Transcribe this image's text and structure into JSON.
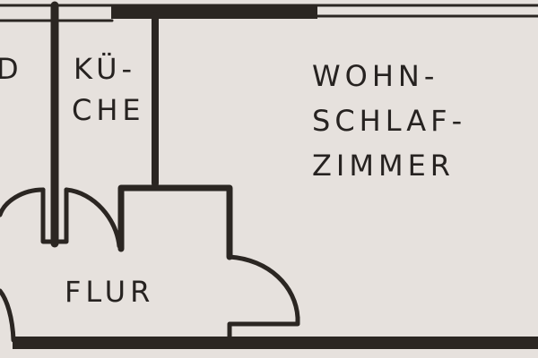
{
  "diagram": {
    "type": "floor-plan-sketch",
    "colors": {
      "paper": "#e6e1dd",
      "ink": "#2b2622"
    },
    "rooms": [
      {
        "id": "bad",
        "label": "D",
        "note": "partially visible, cut off at left edge"
      },
      {
        "id": "kueche",
        "label_line1": "KÜ-",
        "label_line2": "CHE"
      },
      {
        "id": "wohnschlafzimmer",
        "label_line1": "WOHN-",
        "label_line2": "SCHLAF-",
        "label_line3": "ZIMMER"
      },
      {
        "id": "flur",
        "label": "FLUR"
      }
    ]
  }
}
